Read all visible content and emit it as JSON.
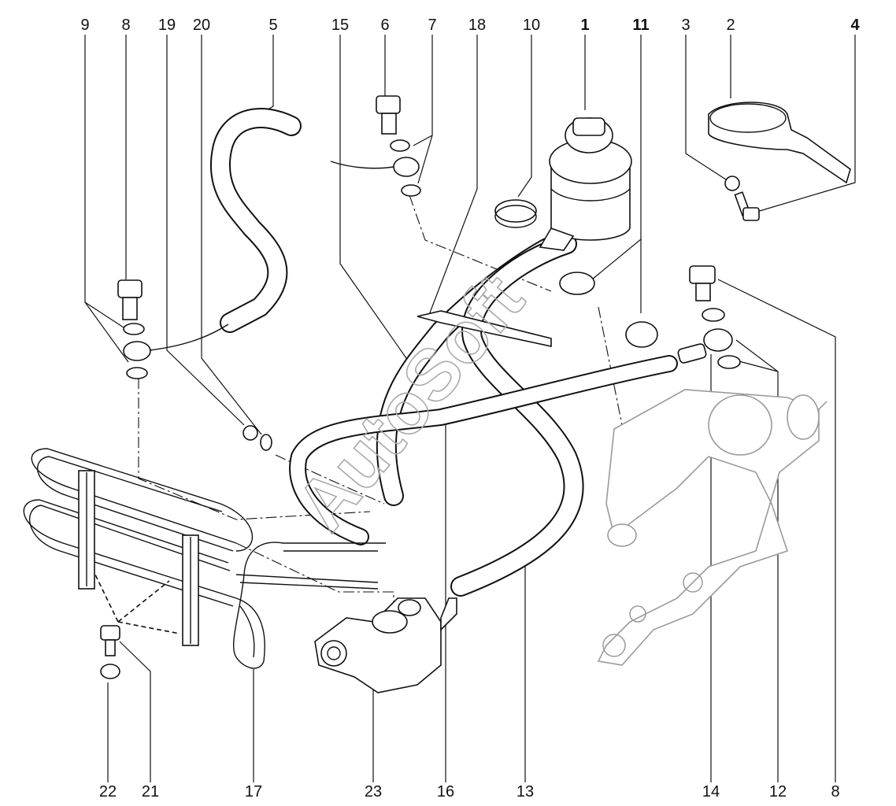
{
  "watermark": "AutoSoft",
  "callouts_top": [
    "9",
    "8",
    "19",
    "20",
    "5",
    "15",
    "6",
    "7",
    "18",
    "10",
    "1",
    "11",
    "3",
    "2",
    "4"
  ],
  "callouts_bottom": [
    "22",
    "21",
    "17",
    "23",
    "16",
    "13",
    "14",
    "12",
    "8"
  ]
}
